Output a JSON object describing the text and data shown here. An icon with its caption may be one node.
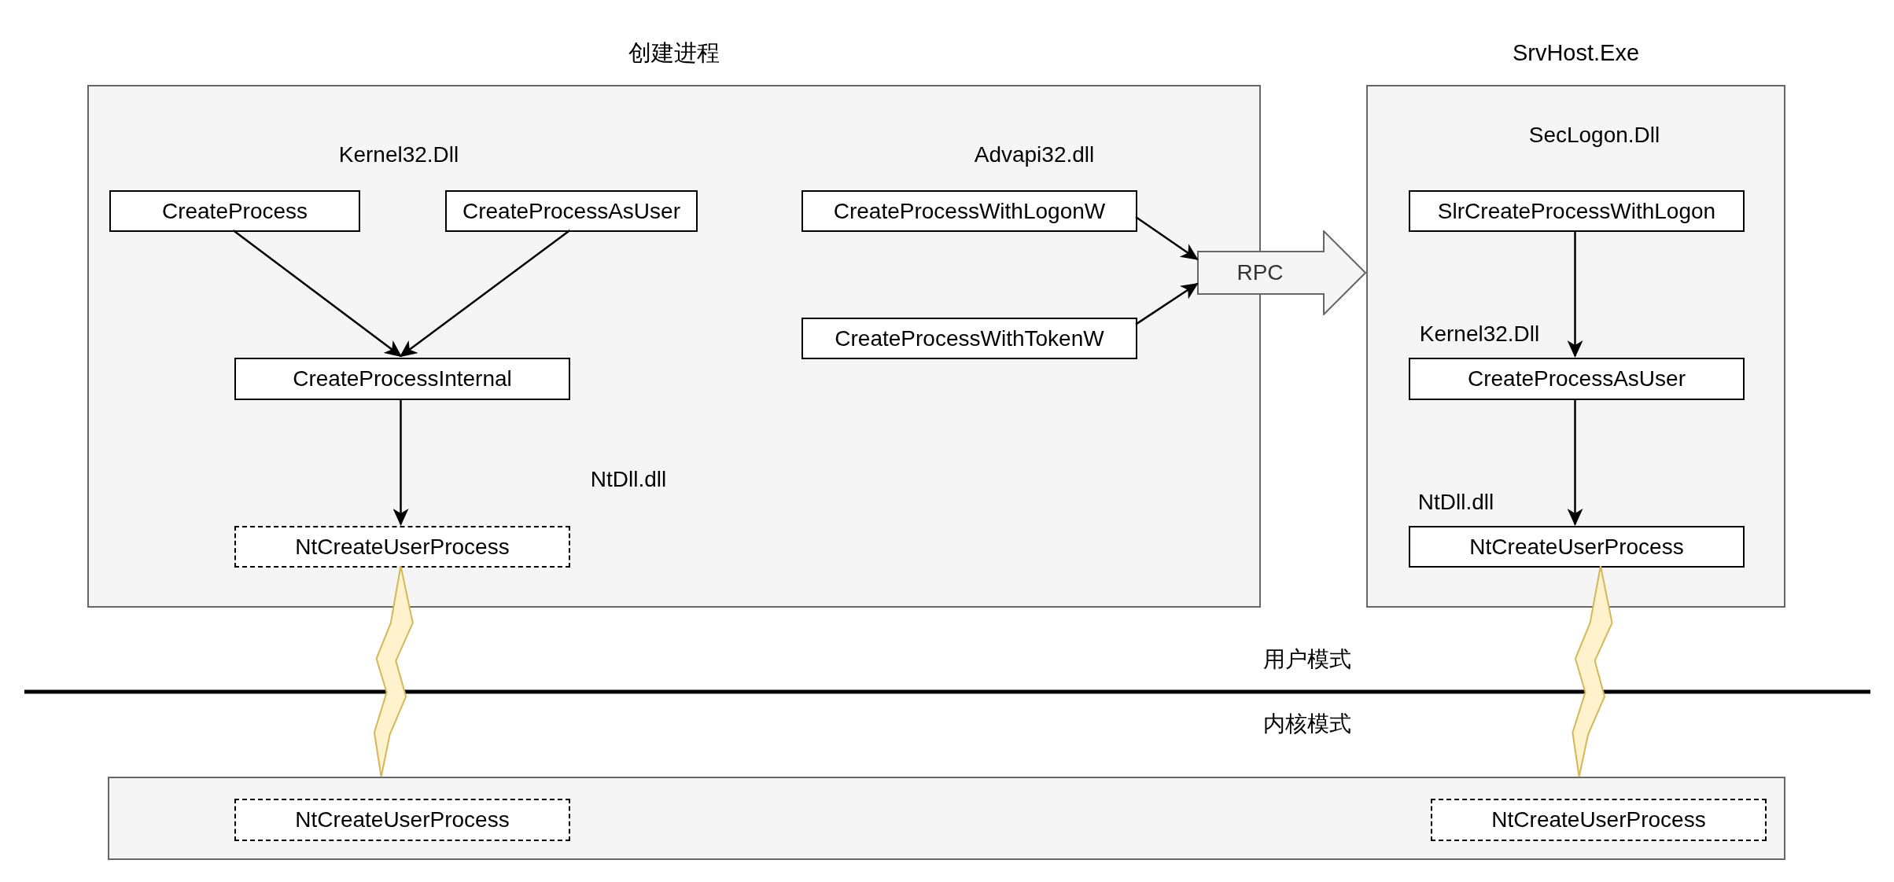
{
  "diagram": {
    "nodes": [
      {
        "text": [
          "创建进程"
        ]
      },
      {
        "text": [
          "CreateProcess"
        ],
        "in": 0
      },
      {
        "text": [
          "CreateProcessAsUser"
        ],
        "in": 0
      },
      {
        "text": [
          "CreateProcessInternal"
        ],
        "in": 0
      },
      {
        "text": [
          "NtCreateUserProcess"
        ],
        "in": 0
      },
      {
        "text": [
          "CreateProcessWithLogonW"
        ],
        "in": 0
      },
      {
        "text": [
          "CreateProcessWithTokenW"
        ],
        "in": 0
      },
      {
        "text": [
          "RPC"
        ]
      },
      {
        "text": [
          "SrvHost.Exe"
        ]
      },
      {
        "text": [
          "SlrCreateProcessWithLogon"
        ],
        "in": 8
      },
      {
        "text": [
          "CreateProcessAsUser"
        ],
        "in": 8
      },
      {
        "text": [
          "NtCreateUserProcess"
        ],
        "in": 8
      },
      {
        "text": [],
        "shape": "box"
      },
      {
        "text": [
          "NtCreateUserProcess"
        ],
        "in": 12
      },
      {
        "text": [
          "NtCreateUserProcess"
        ],
        "in": 12
      }
    ],
    "edges": [
      {
        "from": 1,
        "to": 3,
        "arrow": "to"
      },
      {
        "from": 2,
        "to": 3,
        "arrow": "to"
      },
      {
        "from": 3,
        "to": 4,
        "arrow": "to"
      },
      {
        "from": 5,
        "to": 7,
        "arrow": "to"
      },
      {
        "from": 6,
        "to": 7,
        "arrow": "to"
      },
      {
        "from": 9,
        "to": 10,
        "arrow": "to"
      },
      {
        "from": 10,
        "to": 11,
        "arrow": "to"
      },
      {
        "from": 4,
        "to": 12,
        "arrow": "none",
        "style": "thick",
        "color": "#d6b656"
      },
      {
        "from": 11,
        "to": 12,
        "arrow": "none",
        "style": "thick",
        "color": "#d6b656"
      }
    ],
    "labels": [
      "Kernel32.Dll",
      "Advapi32.dll",
      "NtDll.dll",
      "SecLogon.Dll",
      "Kernel32.Dll",
      "NtDll.dll",
      "用户模式",
      "内核模式"
    ]
  }
}
